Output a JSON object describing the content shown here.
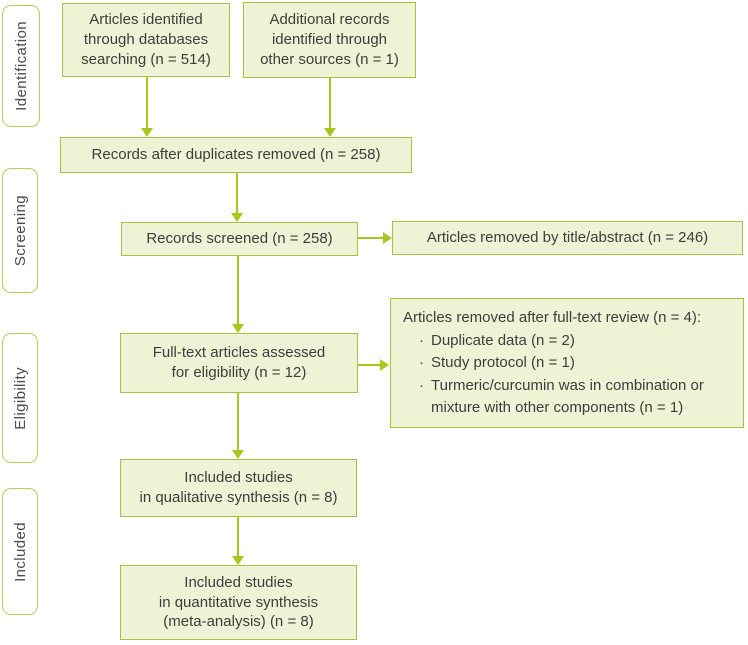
{
  "colors": {
    "box_fill": "#eef3d5",
    "box_border": "#a9c13f",
    "stage_border": "#b7cf55",
    "arrow": "#a7c91f",
    "text": "#3d3d3d",
    "stage_text": "#4c4c4c"
  },
  "stages": {
    "identification": "Identification",
    "screening": "Screening",
    "eligibility": "Eligibility",
    "included": "Included"
  },
  "nodes": {
    "databases": {
      "lines": [
        "Articles identified",
        "through databases",
        "searching (n = 514)"
      ]
    },
    "other_sources": {
      "lines": [
        "Additional records",
        "identified through",
        "other sources (n = 1)"
      ]
    },
    "after_duplicates": {
      "lines": [
        "Records after duplicates removed (n = 258)"
      ]
    },
    "screened": {
      "lines": [
        "Records screened (n = 258)"
      ]
    },
    "removed_title_abstract": {
      "lines": [
        "Articles removed by title/abstract (n = 246)"
      ]
    },
    "fulltext_assessed": {
      "lines": [
        "Full-text articles assessed",
        "for eligibility (n = 12)"
      ]
    },
    "qualitative": {
      "lines": [
        "Included studies",
        "in qualitative synthesis (n = 8)"
      ]
    },
    "quantitative": {
      "lines": [
        "Included studies",
        "in quantitative synthesis",
        "(meta-analysis) (n = 8)"
      ]
    }
  },
  "removal_detail": {
    "title": "Articles removed after full-text review (n = 4):",
    "bullet": "·",
    "items": [
      "Duplicate data (n = 2)",
      "Study protocol (n = 1)",
      "Turmeric/curcumin was in combination or mixture with other components (n = 1)"
    ]
  }
}
